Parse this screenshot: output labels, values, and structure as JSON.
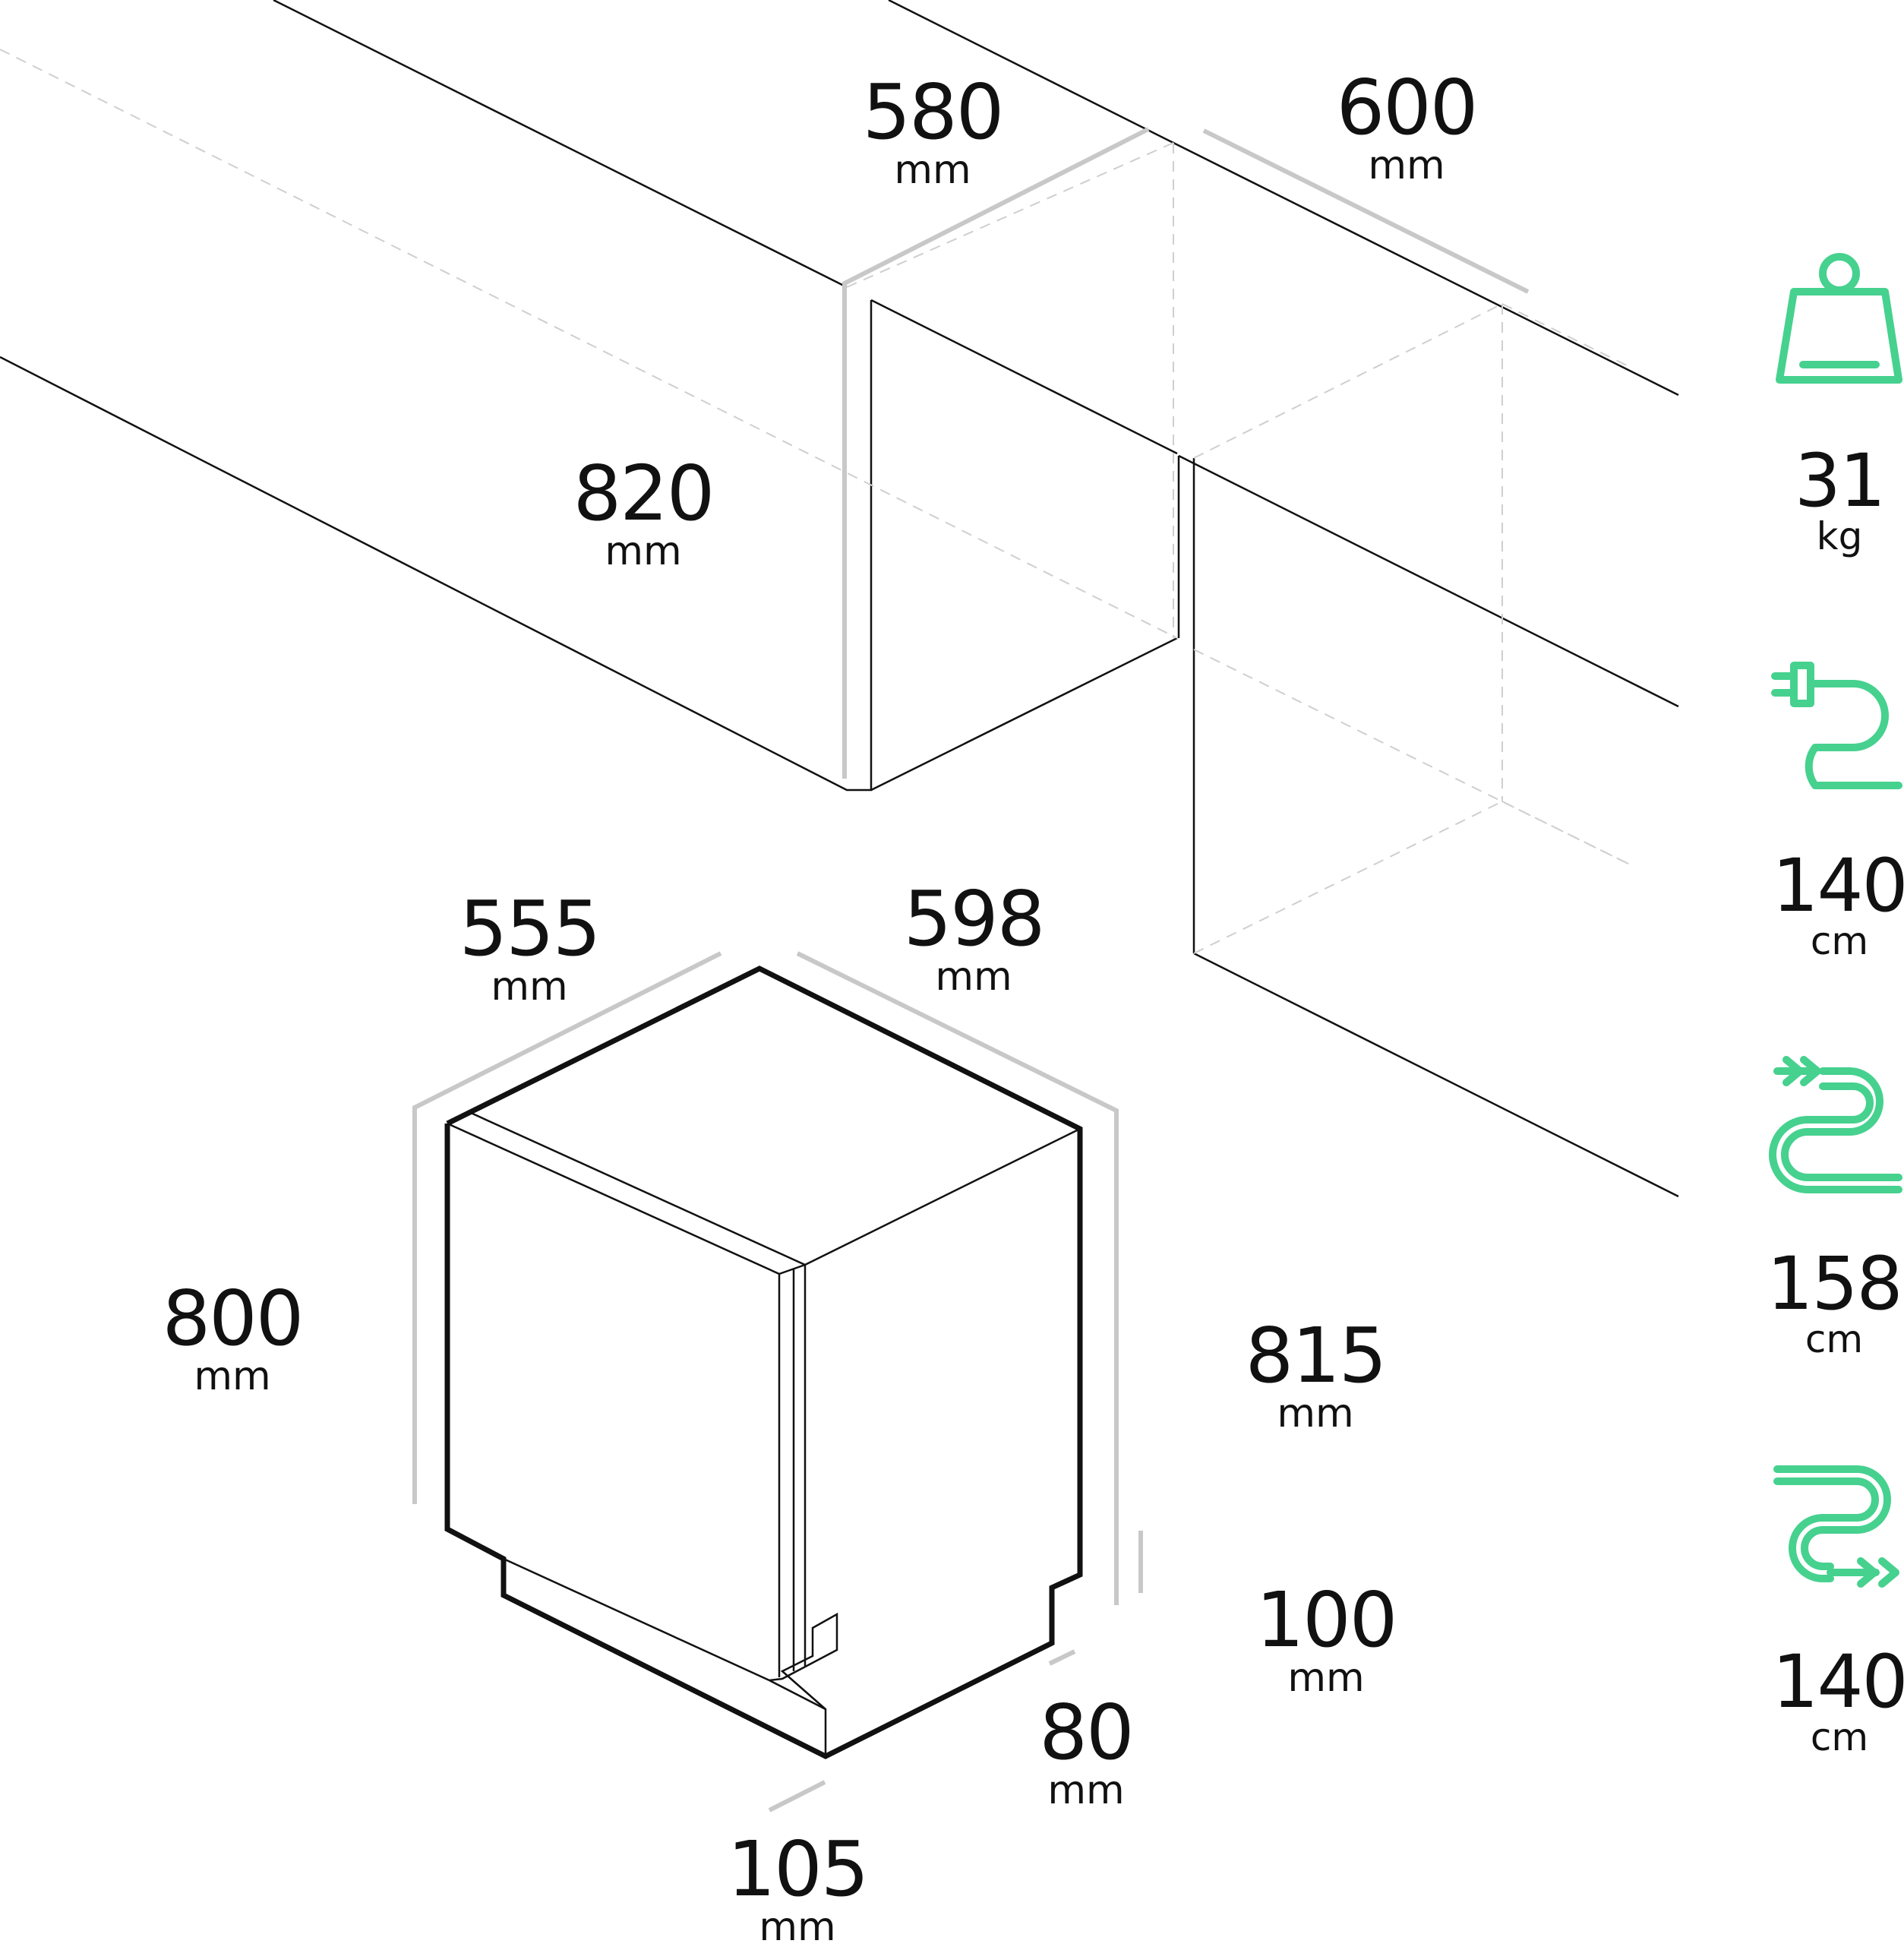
{
  "accent_color": "#46d18f",
  "dimensions": {
    "niche_depth": {
      "value": "580",
      "unit": "mm"
    },
    "niche_width": {
      "value": "600",
      "unit": "mm"
    },
    "niche_height": {
      "value": "820",
      "unit": "mm"
    },
    "unit_depth": {
      "value": "555",
      "unit": "mm"
    },
    "unit_width": {
      "value": "598",
      "unit": "mm"
    },
    "unit_height_min": {
      "value": "800",
      "unit": "mm"
    },
    "unit_height_max": {
      "value": "815",
      "unit": "mm"
    },
    "plinth_height": {
      "value": "100",
      "unit": "mm"
    },
    "plinth_depth": {
      "value": "80",
      "unit": "mm"
    },
    "door_gap": {
      "value": "105",
      "unit": "mm"
    }
  },
  "specs": [
    {
      "icon": "weight-icon",
      "value": "31",
      "unit": "kg"
    },
    {
      "icon": "power-cord-icon",
      "value": "140",
      "unit": "cm"
    },
    {
      "icon": "inlet-hose-icon",
      "value": "158",
      "unit": "cm"
    },
    {
      "icon": "drain-hose-icon",
      "value": "140",
      "unit": "cm"
    }
  ]
}
